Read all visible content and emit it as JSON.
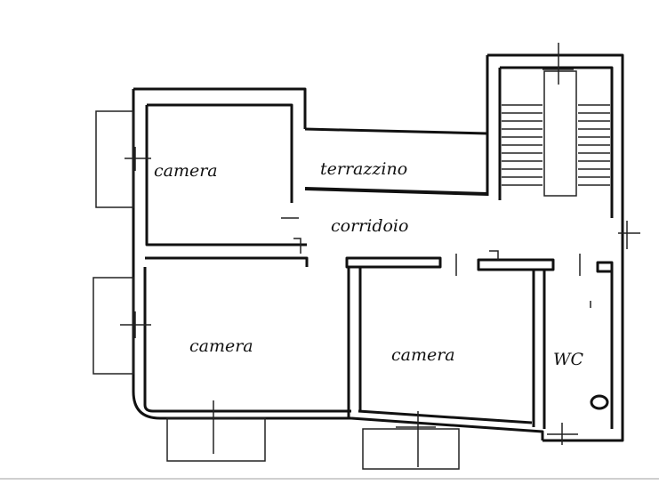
{
  "rooms": {
    "camera_top": "camera",
    "terrazzino": "terrazzino",
    "corridoio": "corridoio",
    "camera_left": "camera",
    "camera_right": "camera",
    "wc": "WC"
  }
}
